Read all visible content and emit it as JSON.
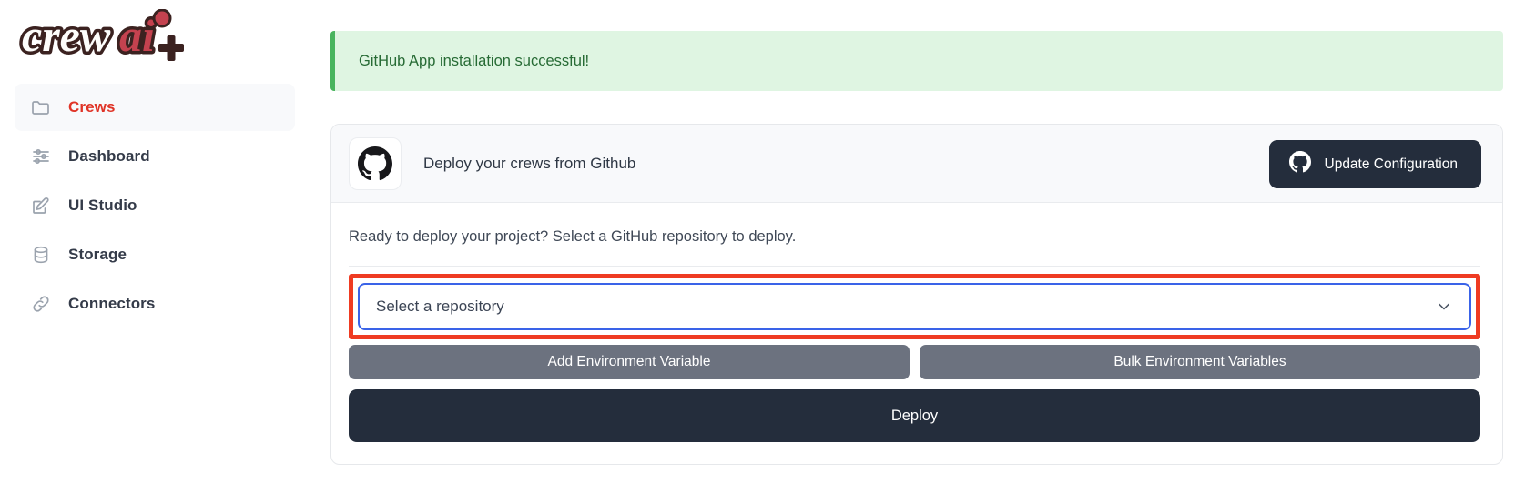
{
  "brand": {
    "logo_text": "crew",
    "logo_accent": "ai",
    "logo_plus": "+",
    "logo_color_dark": "#3b2220",
    "logo_color_accent": "#c4424f"
  },
  "sidebar": {
    "items": [
      {
        "label": "Crews",
        "icon": "folder-icon",
        "active": true
      },
      {
        "label": "Dashboard",
        "icon": "sliders-icon",
        "active": false
      },
      {
        "label": "UI Studio",
        "icon": "pencil-square-icon",
        "active": false
      },
      {
        "label": "Storage",
        "icon": "database-icon",
        "active": false
      },
      {
        "label": "Connectors",
        "icon": "link-icon",
        "active": false
      }
    ],
    "active_color": "#e03427",
    "label_color": "#343b49"
  },
  "alert": {
    "message": "GitHub App installation successful!",
    "background": "#dff5e2",
    "border_color": "#49b45e",
    "text_color": "#276b35"
  },
  "card": {
    "title": "Deploy your crews from Github",
    "github_icon": "github-icon",
    "update_button": {
      "label": "Update Configuration",
      "icon": "github-icon",
      "background": "#242d3c"
    },
    "description": "Ready to deploy your project? Select a GitHub repository to deploy.",
    "repository_select": {
      "value": "Select a repository",
      "placeholder": "Select a repository",
      "chevron": "chevron-down-icon",
      "focus_border_color": "#3a63e8",
      "highlight_border_color": "#ef3b22"
    },
    "env_buttons": [
      {
        "label": "Add Environment Variable"
      },
      {
        "label": "Bulk Environment Variables"
      }
    ],
    "env_button_color": "#6c727f",
    "deploy_button": {
      "label": "Deploy",
      "background": "#242d3c"
    }
  }
}
